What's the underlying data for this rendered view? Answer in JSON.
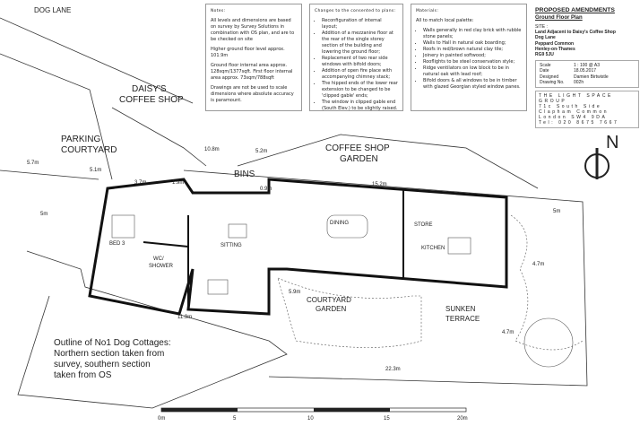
{
  "notes": {
    "heading": "Notes:",
    "paras": [
      "All levels and dimensions are based on survey by Survey Solutions in combination with OS plan, and are to be checked on site",
      "Higher ground floor level approx. 101.9m",
      "Ground floor internal area approx. 128sqm/1377sqft.  First floor internal area approx. 73sqm/788sqft",
      "Drawings are not be used to scale dimensions where absolute accuracy is paramount."
    ]
  },
  "changes": {
    "heading": "Changes to the consented to plans:",
    "items": [
      "Reconfiguration of internal layout;",
      "Addition of a mezzanine floor at the rear of the single storey section of the building and lowering the ground floor;",
      "Replacement of two rear side windows with bifold doors;",
      "Addition of open fire place with accompanying chimney stack;",
      "The hipped ends of the lower rear extension to be changed to be 'clipped gable' ends;",
      "The window in clipped gable end (South Elev.) to be slightly raised."
    ]
  },
  "materials": {
    "heading": "Materials:",
    "intro": "All to match local palette:",
    "items": [
      "Walls generally in red clay brick with rubble stone panels;",
      "Walls to Hall in natural oak boarding;",
      "Roofs in red/brown natural clay tile;",
      "Joinery in painted softwood;",
      "Rooflights to be steel conservation style;",
      "Ridge ventilators on low block to be in natural oak with lead roof;",
      "Bifold doors & all windows to be in timber with glazed Georgian styled window panes."
    ]
  },
  "title_block": {
    "title": "PROPOSED AMENDMENTS",
    "subtitle": "Ground Floor Plan",
    "site_label": "SITE :",
    "site": [
      "Land Adjacent to Daisy's Coffee Shop",
      "Dog Lane",
      "Peppard Common",
      "Henley-on-Thames",
      "RG9 5JU"
    ],
    "fields": [
      [
        "Scale",
        "1 : 100 @ A3"
      ],
      [
        "Date",
        "18.05.2017"
      ],
      [
        "Designed",
        "Damien Birtwistle"
      ],
      [
        "Drawing No.",
        "002h"
      ]
    ],
    "company": [
      "THE LIGHT SPACE GROUP",
      "71c South Side",
      "Clapham Common",
      "London  SW4 9DA",
      "Tel: 020 8675 7667"
    ]
  },
  "plan": {
    "labels": {
      "dog_lane": "DOG LANE",
      "daisys": "DAISY'S",
      "coffee_shop": "COFFEE SHOP",
      "parking": "PARKING",
      "courtyard": "COURTYARD",
      "cs_garden1": "COFFEE SHOP",
      "cs_garden2": "GARDEN",
      "bins": "BINS",
      "bed3": "BED 3",
      "wc": "WC/",
      "shower": "SHOWER",
      "sitting": "SITTING",
      "dining": "DINING",
      "store": "STORE",
      "kitchen": "KITCHEN",
      "cy_garden1": "COURTYARD",
      "cy_garden2": "GARDEN",
      "sunken1": "SUNKEN",
      "sunken2": "TERRACE"
    },
    "dims": {
      "d108": "10.8m",
      "d52": "5.2m",
      "d57": "5.7m",
      "d51": "5.1m",
      "d37": "3.7m",
      "d19": "1.9m",
      "d09": "0.9m",
      "d152": "15.2m",
      "d5a": "5m",
      "d5b": "5m",
      "d47a": "4.7m",
      "d47b": "4.7m",
      "d59": "5.9m",
      "d119": "11.9m",
      "d223": "22.3m"
    },
    "outline": [
      "Outline of No1 Dog Cottages:",
      "Northern section taken from",
      "survey, southern section",
      "taken from OS"
    ],
    "north": "N",
    "scale": [
      "0m",
      "5",
      "10",
      "15",
      "20m"
    ]
  }
}
